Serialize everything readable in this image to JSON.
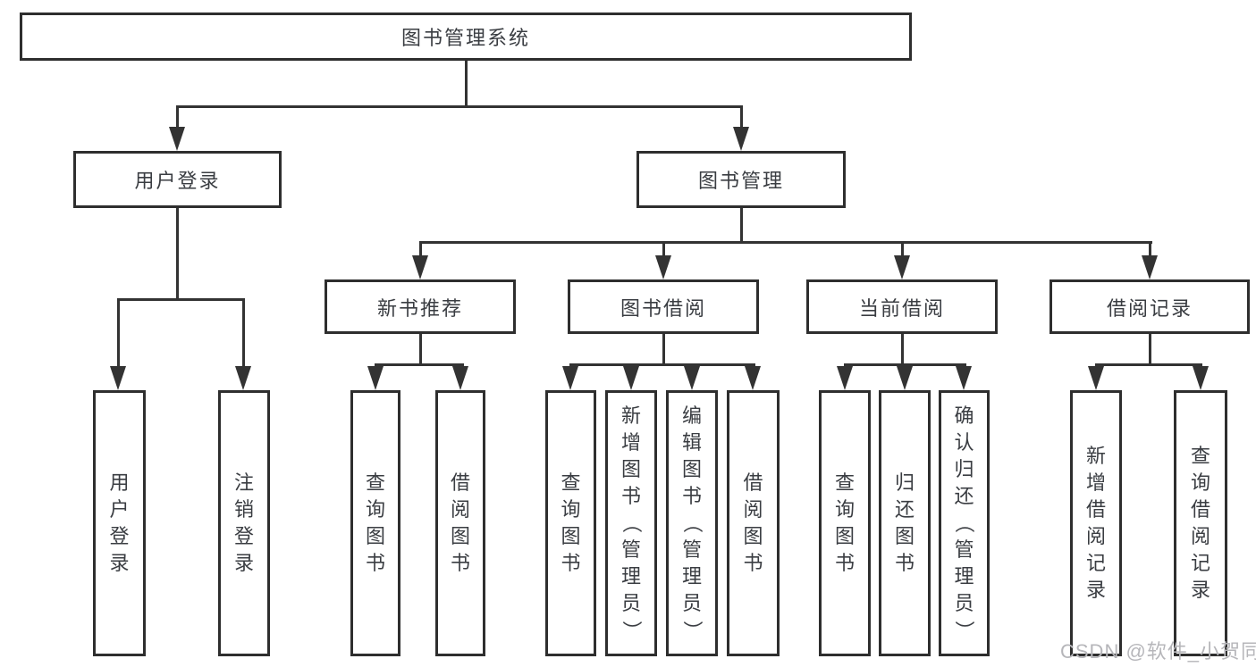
{
  "tree": {
    "root_label": "图书管理系统",
    "branches": [
      {
        "label": "用户登录",
        "children": [
          {
            "label": "用户登录"
          },
          {
            "label": "注销登录"
          }
        ]
      },
      {
        "label": "图书管理",
        "children": [
          {
            "label": "新书推荐",
            "children": [
              {
                "label": "查询图书"
              },
              {
                "label": "借阅图书"
              }
            ]
          },
          {
            "label": "图书借阅",
            "children": [
              {
                "label": "查询图书"
              },
              {
                "label": "新增图书（管理员）"
              },
              {
                "label": "编辑图书（管理员）"
              },
              {
                "label": "借阅图书"
              }
            ]
          },
          {
            "label": "当前借阅",
            "children": [
              {
                "label": "查询图书"
              },
              {
                "label": "归还图书"
              },
              {
                "label": "确认归还（管理员）"
              }
            ]
          },
          {
            "label": "借阅记录",
            "children": [
              {
                "label": "新增借阅记录"
              },
              {
                "label": "查询借阅记录"
              }
            ]
          }
        ]
      }
    ]
  },
  "watermark": {
    "text": "CSDN @软件_小贺同学"
  },
  "colors": {
    "line": "#333333",
    "box_border": "#2e2e2e",
    "text": "#3a3d42",
    "watermark_text": "#b6b6ba",
    "background": "#ffffff"
  }
}
